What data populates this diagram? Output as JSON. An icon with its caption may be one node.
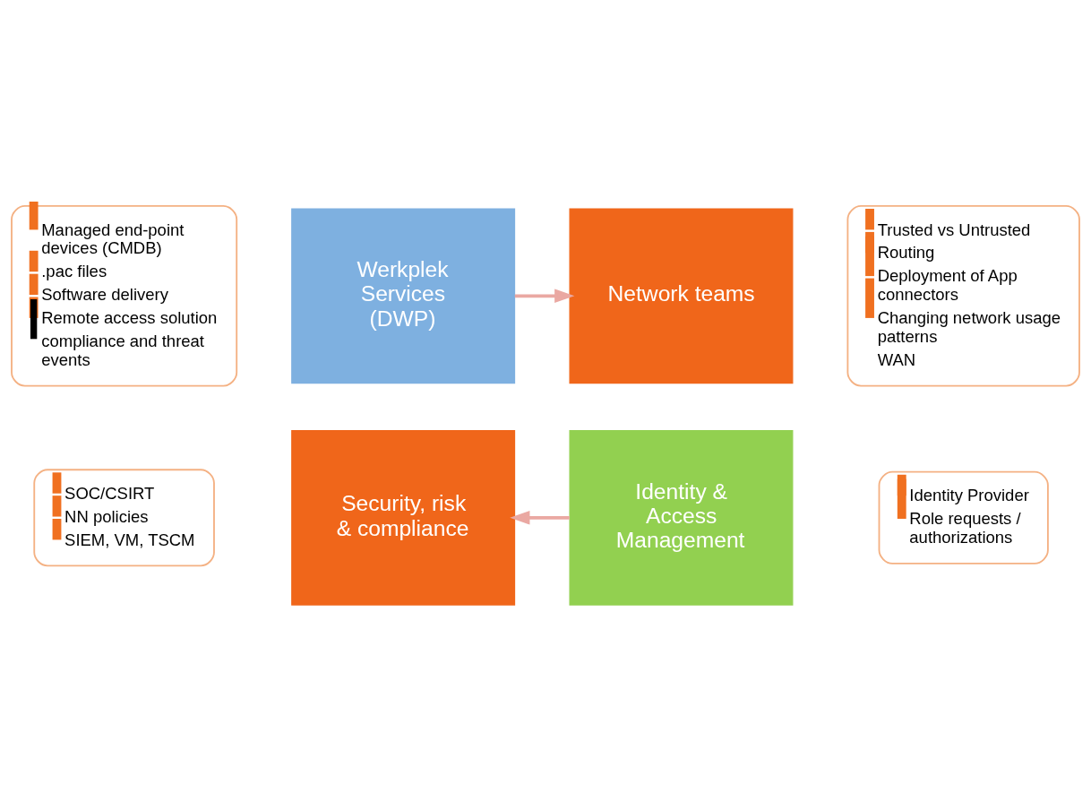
{
  "diagram": {
    "nodes": [
      {
        "text": [
          "Managed end-point devices (CMDB)",
          ".pac files",
          "Software delivery",
          "Remote access solution",
          "compliance and threat events"
        ]
      },
      {
        "text": [
          "Trusted vs Untrusted",
          "Routing",
          "Deployment of App connectors",
          "Changing network usage patterns",
          "WAN"
        ]
      },
      {
        "text": [
          "Werkplek Services",
          "(DWP)"
        ]
      },
      {
        "text": [
          "Network teams"
        ]
      },
      {
        "text": [
          "Security, risk & compliance"
        ]
      },
      {
        "text": [
          "Identity & Access Management"
        ]
      },
      {
        "text": [
          "SOC/CSIRT",
          "NN policies",
          "SIEM, VM, TSCM"
        ]
      },
      {
        "text": [
          "Identity Provider",
          "Role requests / authorizations"
        ]
      }
    ],
    "edges": [
      {
        "from": 2,
        "to": 3,
        "arrow": "to"
      },
      {
        "from": 5,
        "to": 4,
        "arrow": "to"
      }
    ]
  }
}
